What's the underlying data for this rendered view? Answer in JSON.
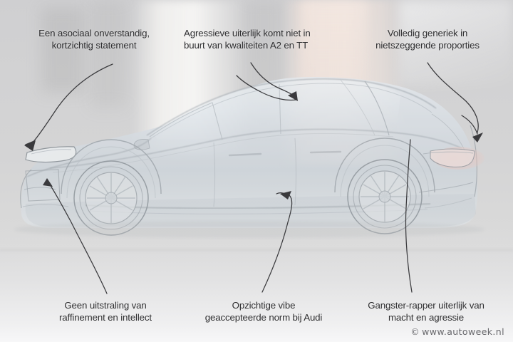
{
  "image": {
    "subject": "Audi Q6 e-tron side profile sketch overlay",
    "background_color": "#d3d3d4",
    "text_color": "#2e2e30",
    "annotation_line_color": "#3a3a3d"
  },
  "annotations": [
    {
      "id": "top-left",
      "text": "Een asociaal onverstandig,\nkortzichtig statement",
      "points_to": "front-headlight"
    },
    {
      "id": "top-center",
      "text": "Agressieve uiterlijk komt niet in\nbuurt van kwaliteiten A2 en TT",
      "points_to": "roofline"
    },
    {
      "id": "top-right",
      "text": "Volledig generiek in\nnietszeggende proporties",
      "points_to": "rear-quarter"
    },
    {
      "id": "bottom-left",
      "text": "Geen uitstraling van\nraffinement en intellect",
      "points_to": "front-wheel-arch"
    },
    {
      "id": "bottom-center",
      "text": "Opzichtige vibe\ngeaccepteerde norm bij Audi",
      "points_to": "door-sill"
    },
    {
      "id": "bottom-right",
      "text": "Gangster-rapper uiterlijk van\nmacht en agressie",
      "points_to": "rear-wheel"
    }
  ],
  "watermark": {
    "symbol": "©",
    "text": "www.autoweek.nl"
  }
}
